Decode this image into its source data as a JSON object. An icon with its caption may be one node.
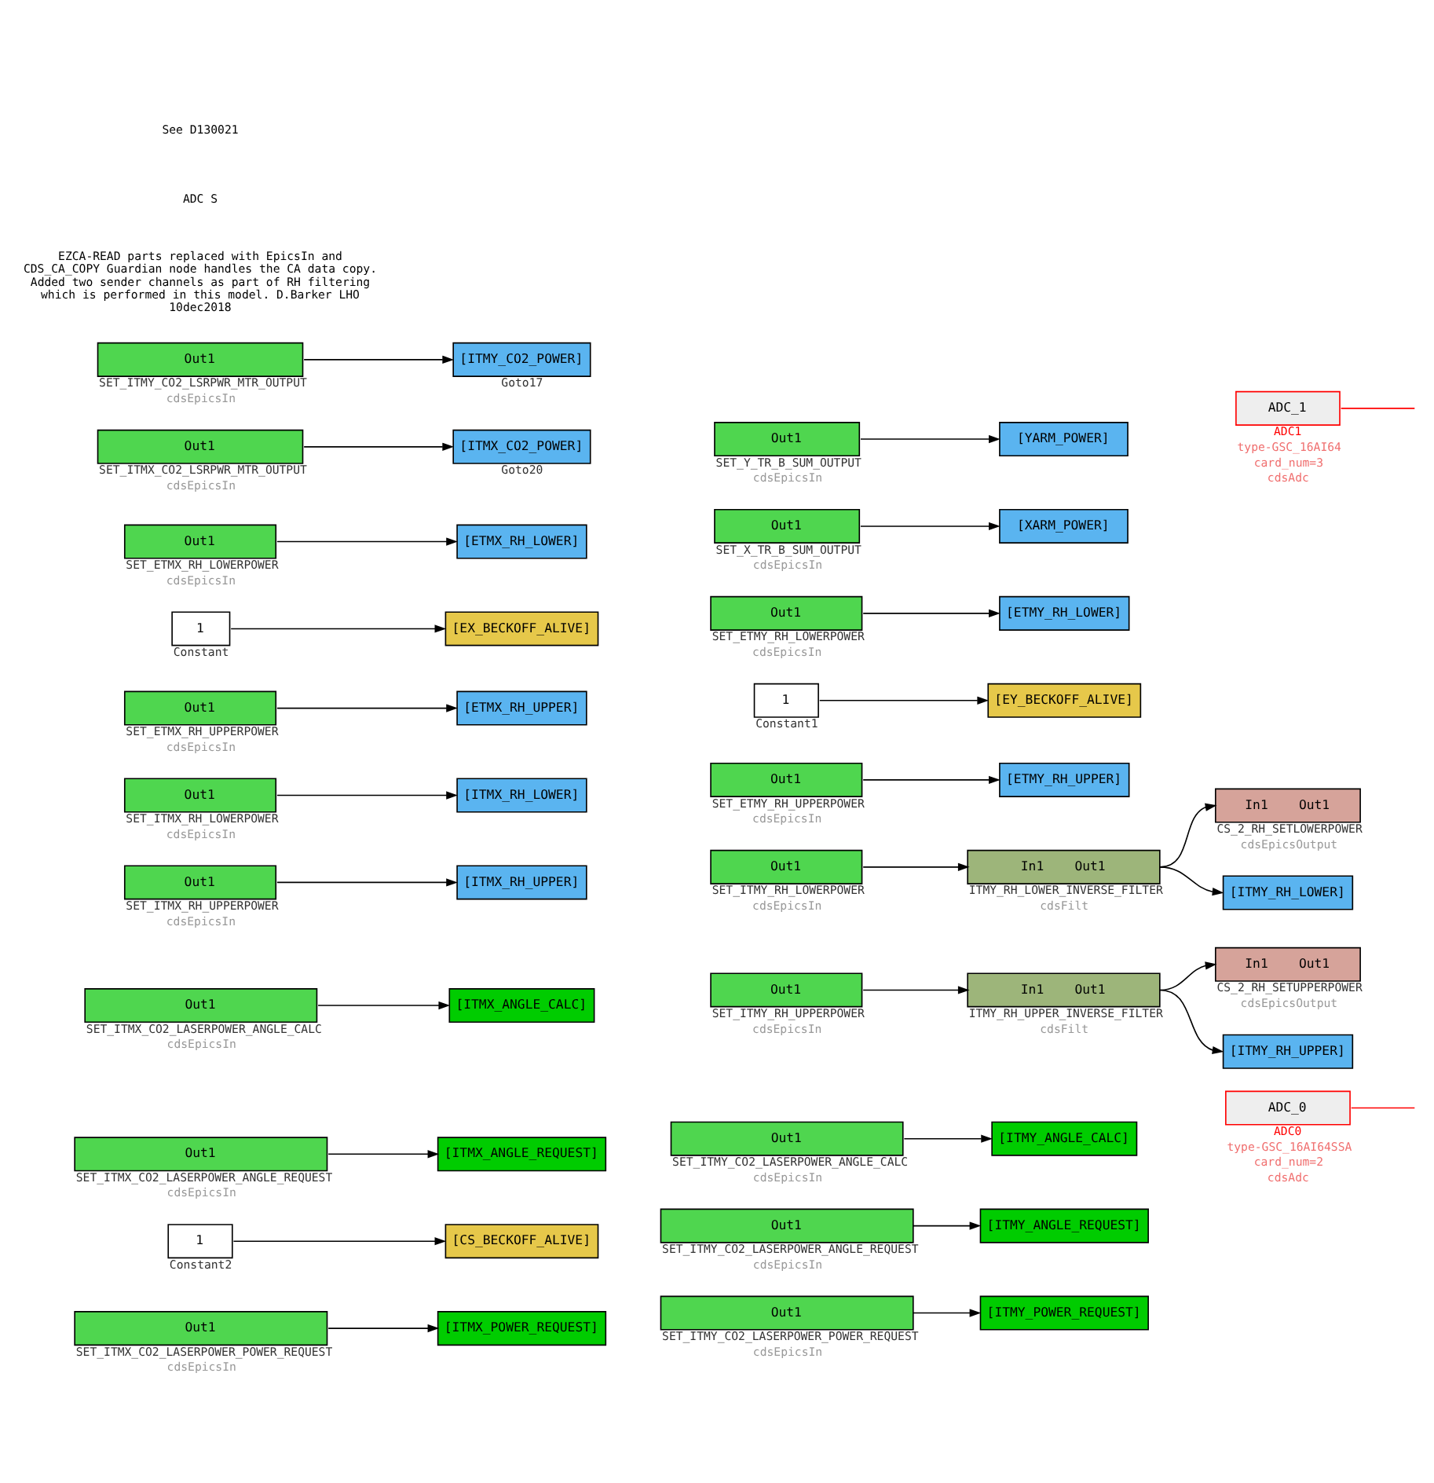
{
  "diagram": {
    "nodes": [
      {
        "text": [
          "Out1"
        ],
        "beside": [
          "SET_ITMX_CO2_LASERPOWER_POWER_REQUEST",
          "cdsEpicsIn"
        ]
      },
      {
        "text": [
          "[ITMX_POWER_REQUEST]"
        ]
      },
      {
        "text": [
          "1"
        ],
        "beside": [
          "Constant2"
        ]
      },
      {
        "text": [
          "[CS_BECKOFF_ALIVE]"
        ]
      },
      {
        "text": [
          "Out1"
        ],
        "beside": [
          "SET_ITMX_CO2_LASERPOWER_ANGLE_REQUEST",
          "cdsEpicsIn"
        ]
      },
      {
        "text": [
          "[ITMX_ANGLE_REQUEST]"
        ]
      },
      {
        "text": [
          "Out1"
        ],
        "beside": [
          "SET_ITMX_CO2_LASERPOWER_ANGLE_CALC",
          "cdsEpicsIn"
        ]
      },
      {
        "text": [
          "[ITMX_ANGLE_CALC]"
        ]
      },
      {
        "text": [
          "Out1"
        ],
        "beside": [
          "SET_ITMX_RH_UPPERPOWER",
          "cdsEpicsIn"
        ]
      },
      {
        "text": [
          "[ITMX_RH_UPPER]"
        ]
      },
      {
        "text": [
          "Out1"
        ],
        "beside": [
          "SET_ITMX_RH_LOWERPOWER",
          "cdsEpicsIn"
        ]
      },
      {
        "text": [
          "[ITMX_RH_LOWER]"
        ]
      },
      {
        "text": [
          "Out1"
        ],
        "beside": [
          "SET_ETMX_RH_UPPERPOWER",
          "cdsEpicsIn"
        ]
      },
      {
        "text": [
          "[ETMX_RH_UPPER]"
        ]
      },
      {
        "text": [
          "1"
        ],
        "beside": [
          "Constant"
        ]
      },
      {
        "text": [
          "[EX_BECKOFF_ALIVE]"
        ]
      },
      {
        "text": [
          "Out1"
        ],
        "beside": [
          "SET_ETMX_RH_LOWERPOWER",
          "cdsEpicsIn"
        ]
      },
      {
        "text": [
          "[ETMX_RH_LOWER]"
        ]
      },
      {
        "text": [
          "Out1"
        ],
        "beside": [
          "SET_ITMX_CO2_LSRPWR_MTR_OUTPUT",
          "cdsEpicsIn"
        ]
      },
      {
        "text": [
          "[ITMX_CO2_POWER]"
        ],
        "beside": [
          "Goto20"
        ]
      },
      {
        "text": [
          "Out1"
        ],
        "beside": [
          "SET_ITMY_CO2_LSRPWR_MTR_OUTPUT",
          "cdsEpicsIn"
        ]
      },
      {
        "text": [
          "[ITMY_CO2_POWER]"
        ],
        "beside": [
          "Goto17"
        ]
      },
      {
        "text": [
          "Out1"
        ],
        "beside": [
          "SET_ITMY_CO2_LASERPOWER_POWER_REQUEST",
          "cdsEpicsIn"
        ]
      },
      {
        "text": [
          "[ITMY_POWER_REQUEST]"
        ]
      },
      {
        "text": [
          "Out1"
        ],
        "beside": [
          "SET_ITMY_CO2_LASERPOWER_ANGLE_REQUEST",
          "cdsEpicsIn"
        ]
      },
      {
        "text": [
          "[ITMY_ANGLE_REQUEST]"
        ]
      },
      {
        "text": [
          "Out1"
        ],
        "beside": [
          "SET_ITMY_CO2_LASERPOWER_ANGLE_CALC",
          "cdsEpicsIn"
        ]
      },
      {
        "text": [
          "[ITMY_ANGLE_CALC]"
        ]
      },
      {
        "text": [
          "In1",
          "Out1"
        ],
        "beside": [
          "CS_2_RH_SETUPPERPOWER",
          "cdsEpicsOutput"
        ]
      },
      {
        "text": [
          "Out1"
        ],
        "beside": [
          "SET_ITMY_RH_UPPERPOWER",
          "cdsEpicsIn"
        ]
      },
      {
        "text": [
          "In1",
          "Out1"
        ],
        "beside": [
          "ITMY_RH_UPPER_INVERSE_FILTER",
          "cdsFilt"
        ]
      },
      {
        "text": [
          "[ITMY_RH_UPPER]"
        ]
      },
      {
        "text": [
          "In1",
          "Out1"
        ],
        "beside": [
          "CS_2_RH_SETLOWERPOWER",
          "cdsEpicsOutput"
        ]
      },
      {
        "text": [
          "Out1"
        ],
        "beside": [
          "SET_ITMY_RH_LOWERPOWER",
          "cdsEpicsIn"
        ]
      },
      {
        "text": [
          "In1",
          "Out1"
        ],
        "beside": [
          "ITMY_RH_LOWER_INVERSE_FILTER",
          "cdsFilt"
        ]
      },
      {
        "text": [
          "[ITMY_RH_LOWER]"
        ]
      },
      {
        "text": [
          "Out1"
        ],
        "beside": [
          "SET_ETMY_RH_UPPERPOWER",
          "cdsEpicsIn"
        ]
      },
      {
        "text": [
          "[ETMY_RH_UPPER]"
        ]
      },
      {
        "text": [
          "1"
        ],
        "beside": [
          "Constant1"
        ]
      },
      {
        "text": [
          "[EY_BECKOFF_ALIVE]"
        ]
      },
      {
        "text": [
          "Out1"
        ],
        "beside": [
          "SET_ETMY_RH_LOWERPOWER",
          "cdsEpicsIn"
        ]
      },
      {
        "text": [
          "[ETMY_RH_LOWER]"
        ]
      },
      {
        "text": [
          "Out1"
        ],
        "beside": [
          "SET_X_TR_B_SUM_OUTPUT",
          "cdsEpicsIn"
        ]
      },
      {
        "text": [
          "[XARM_POWER]"
        ]
      },
      {
        "text": [
          "Out1"
        ],
        "beside": [
          "SET_Y_TR_B_SUM_OUTPUT",
          "cdsEpicsIn"
        ]
      },
      {
        "text": [
          "[YARM_POWER]"
        ]
      },
      {
        "text": [
          "ADC_0"
        ],
        "beside": [
          "ADC0",
          "type-GSC_16AI64SSA",
          "card_num=2",
          "cdsAdc"
        ]
      },
      {
        "text": [
          "ADC_1"
        ],
        "beside": [
          "ADC1",
          "type-GSC_16AI64",
          "card_num=3",
          "cdsAdc"
        ]
      }
    ],
    "edges": [
      {
        "from": 0,
        "to": 1,
        "arrow": "to"
      },
      {
        "from": 2,
        "to": 3,
        "arrow": "to"
      },
      {
        "from": 4,
        "to": 5,
        "arrow": "to"
      },
      {
        "from": 6,
        "to": 7,
        "arrow": "to"
      },
      {
        "from": 8,
        "to": 9,
        "arrow": "to"
      },
      {
        "from": 10,
        "to": 11,
        "arrow": "to"
      },
      {
        "from": 12,
        "to": 13,
        "arrow": "to"
      },
      {
        "from": 14,
        "to": 15,
        "arrow": "to"
      },
      {
        "from": 16,
        "to": 17,
        "arrow": "to"
      },
      {
        "from": 18,
        "to": 19,
        "arrow": "to"
      },
      {
        "from": 20,
        "to": 21,
        "arrow": "to"
      },
      {
        "from": 22,
        "to": 23,
        "arrow": "to"
      },
      {
        "from": 24,
        "to": 25,
        "arrow": "to"
      },
      {
        "from": 26,
        "to": 27,
        "arrow": "to"
      },
      {
        "from": 29,
        "to": 30,
        "arrow": "to"
      },
      {
        "from": 30,
        "to": 28,
        "arrow": "to"
      },
      {
        "from": 30,
        "to": 31,
        "arrow": "to"
      },
      {
        "from": 33,
        "to": 34,
        "arrow": "to"
      },
      {
        "from": 34,
        "to": 32,
        "arrow": "to"
      },
      {
        "from": 34,
        "to": 35,
        "arrow": "to"
      },
      {
        "from": 36,
        "to": 37,
        "arrow": "to"
      },
      {
        "from": 38,
        "to": 39,
        "arrow": "to"
      },
      {
        "from": 40,
        "to": 41,
        "arrow": "to"
      },
      {
        "from": 42,
        "to": 43,
        "arrow": "to"
      },
      {
        "from": 44,
        "to": 45,
        "arrow": "to"
      },
      {
        "from": 46,
        "to": null,
        "arrow": "none",
        "color": "#ff0000"
      },
      {
        "from": 47,
        "to": null,
        "arrow": "none",
        "color": "#ff0000"
      }
    ],
    "labels": [
      "EZCA-READ parts replaced with EpicsIn and CDS_CA_COPY Guardian node handles the CA data copy. Added two sender channels as part of RH filtering which is performed in this model. D.Barker LHO 10dec2018",
      "ADC S",
      "See D130021"
    ]
  }
}
